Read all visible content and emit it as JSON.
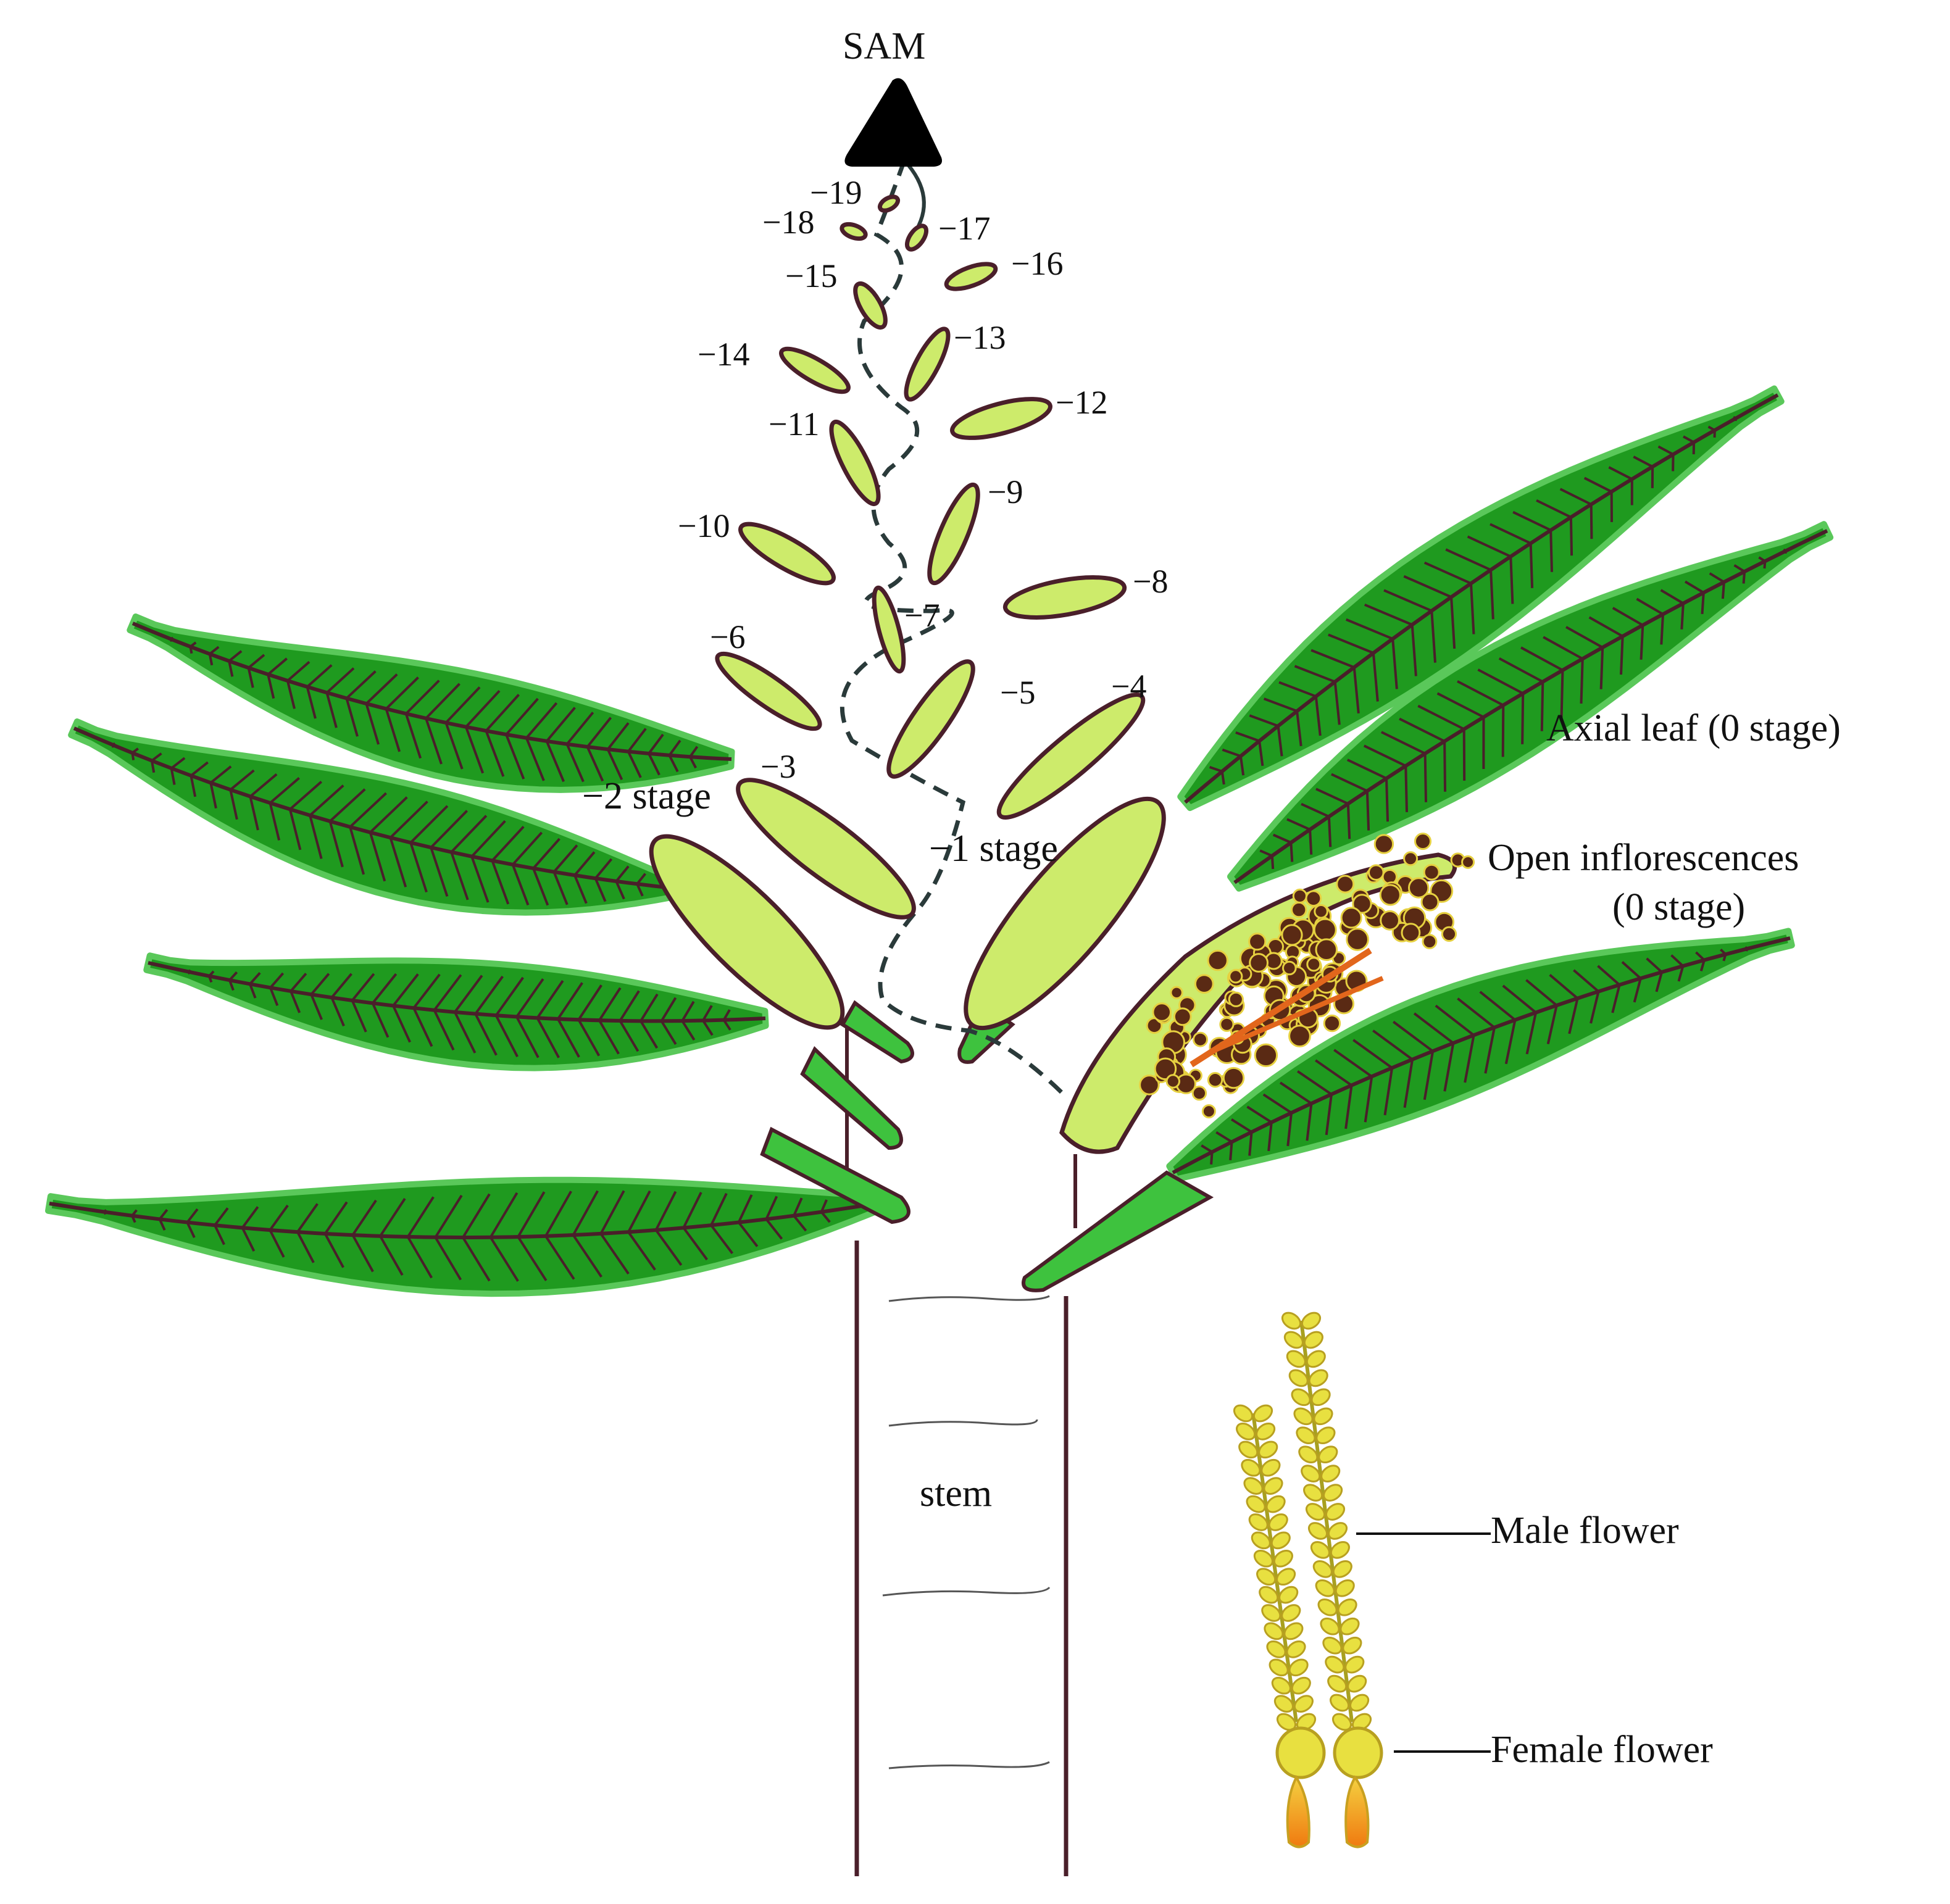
{
  "labels": {
    "sam": "SAM",
    "stem": "stem",
    "axial_leaf": "Axial leaf (0 stage)",
    "open_inflorescence_line1": "Open inflorescences",
    "open_inflorescence_line2": "(0 stage)",
    "stage_minus2": "−2 stage",
    "stage_minus1": "−1 stage",
    "male_flower": "Male flower",
    "female_flower": "Female flower"
  },
  "primordia": {
    "n19": "−19",
    "n18": "−18",
    "n17": "−17",
    "n16": "−16",
    "n15": "−15",
    "n14": "−14",
    "n13": "−13",
    "n12": "−12",
    "n11": "−11",
    "n10": "−10",
    "n9": "−9",
    "n8": "−8",
    "n7": "−7",
    "n6": "−6",
    "n5": "−5",
    "n4": "−4",
    "n3": "−3"
  },
  "colors": {
    "frond_green": "#1f9a1f",
    "frond_light": "#6fd26f",
    "primordium_fill": "#cdeb6b",
    "outline": "#4a1f2a",
    "sam": "#000000",
    "inflorescence_brown": "#5a2a14",
    "inflorescence_orange": "#e2661c",
    "flower_yellow": "#e8e040",
    "flower_orange": "#f08a10"
  }
}
